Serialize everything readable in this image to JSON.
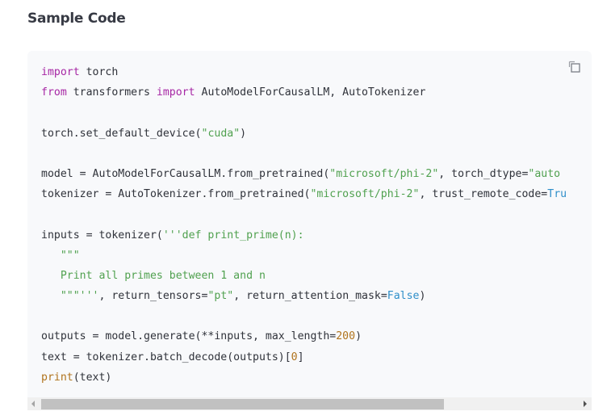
{
  "section": {
    "title": "Sample Code"
  },
  "code_block": {
    "copy_icon": "copy-icon",
    "language": "python",
    "lines": [
      "import torch",
      "from transformers import AutoModelForCausalLM, AutoTokenizer",
      "",
      "torch.set_default_device(\"cuda\")",
      "",
      "model = AutoModelForCausalLM.from_pretrained(\"microsoft/phi-2\", torch_dtype=\"auto",
      "tokenizer = AutoTokenizer.from_pretrained(\"microsoft/phi-2\", trust_remote_code=Tru",
      "",
      "inputs = tokenizer('''def print_prime(n):",
      "   \"\"\"",
      "   Print all primes between 1 and n",
      "   \"\"\"''', return_tensors=\"pt\", return_attention_mask=False)",
      "",
      "outputs = model.generate(**inputs, max_length=200)",
      "text = tokenizer.batch_decode(outputs)[0]",
      "print(text)"
    ],
    "tokens": {
      "l1_kw": "import",
      "l1_rest": " torch",
      "l2_kw1": "from",
      "l2_mid": " transformers ",
      "l2_kw2": "import",
      "l2_rest": " AutoModelForCausalLM, AutoTokenizer",
      "l4_a": "torch.set_default_device(",
      "l4_str": "\"cuda\"",
      "l4_b": ")",
      "l6_a": "model = AutoModelForCausalLM.from_pretrained(",
      "l6_str1": "\"microsoft/phi-2\"",
      "l6_b": ", torch_dtype=",
      "l6_str2": "\"auto",
      "l7_a": "tokenizer = AutoTokenizer.from_pretrained(",
      "l7_str": "\"microsoft/phi-2\"",
      "l7_b": ", trust_remote_code=",
      "l7_bool": "Tru",
      "l9_a": "inputs = tokenizer(",
      "l9_str": "'''def print_prime(n):",
      "l10_str": "   \"\"\"",
      "l11_str": "   Print all primes between 1 and n",
      "l12_str1": "   \"\"\"'''",
      "l12_b": ", return_tensors=",
      "l12_str2": "\"pt\"",
      "l12_c": ", return_attention_mask=",
      "l12_bool": "False",
      "l12_d": ")",
      "l14_a": "outputs = model.generate(**inputs, max_length=",
      "l14_num": "200",
      "l14_b": ")",
      "l15_a": "text = tokenizer.batch_decode(outputs)[",
      "l15_num": "0",
      "l15_b": "]",
      "l16_fn": "print",
      "l16_rest": "(text)"
    }
  },
  "scrollbar": {
    "orientation": "horizontal",
    "thumb_fraction": 0.72
  },
  "colors": {
    "keyword": "#a626a4",
    "string": "#50a14f",
    "number": "#b0731c",
    "boolean": "#2f8fc9",
    "text": "#2f323a",
    "code_bg": "#f8f9fb"
  }
}
